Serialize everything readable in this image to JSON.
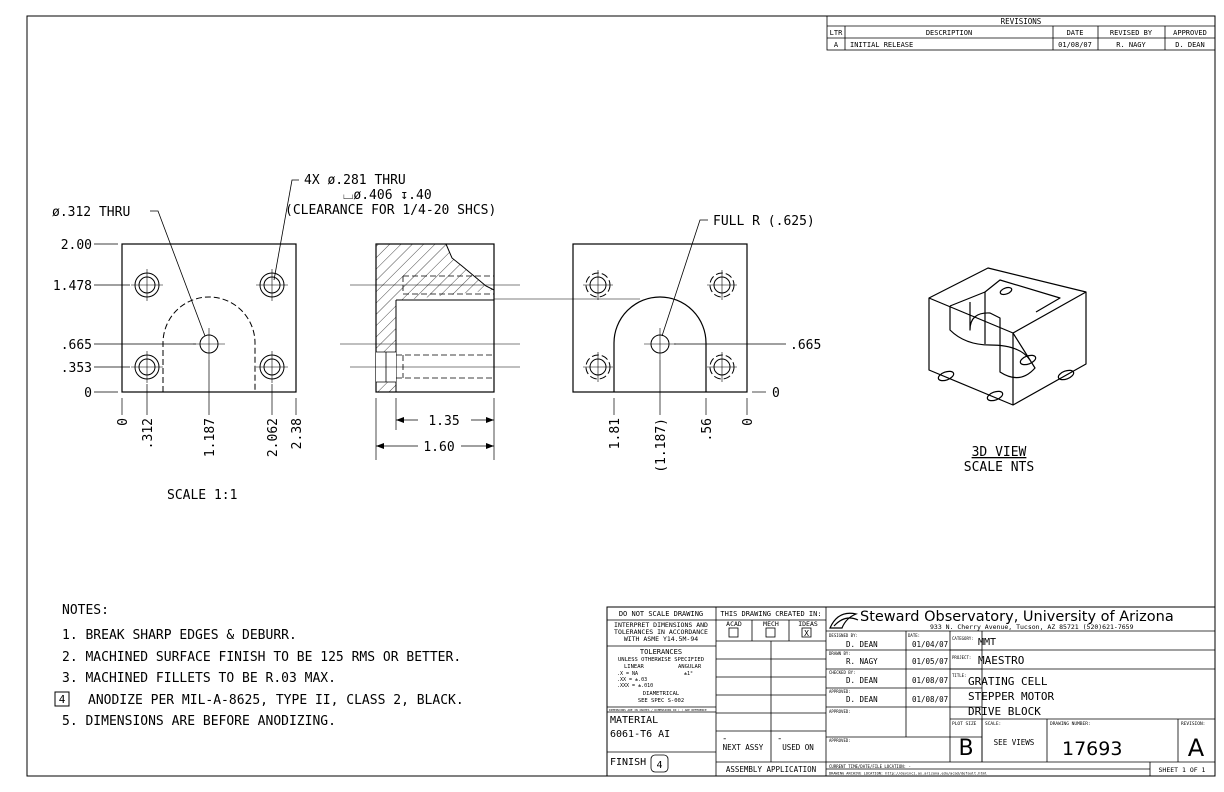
{
  "revisions": {
    "title": "REVISIONS",
    "headers": [
      "LTR",
      "DESCRIPTION",
      "DATE",
      "REVISED BY",
      "APPROVED"
    ],
    "rows": [
      [
        "A",
        "INITIAL RELEASE",
        "01/08/07",
        "R. NAGY",
        "D. DEAN"
      ]
    ]
  },
  "callouts": {
    "hole_thru": "ø.312 THRU",
    "holes_4x_line1": "4X ø.281 THRU",
    "holes_4x_line2": "⌴ø.406 ↧.40",
    "holes_4x_line3": "(CLEARANCE FOR 1/4-20 SHCS)",
    "full_r": "FULL R (.625)"
  },
  "front_view": {
    "y_dims": [
      "2.00",
      "1.478",
      ".665",
      ".353",
      "0"
    ],
    "x_dims": [
      "0",
      ".312",
      "1.187",
      "2.062",
      "2.38"
    ],
    "scale": "SCALE 1:1"
  },
  "section_view": {
    "dim_inner": "1.35",
    "dim_outer": "1.60"
  },
  "back_view": {
    "y_dims": [
      ".665",
      "0"
    ],
    "x_dims": [
      "1.81",
      "(1.187)",
      ".56",
      "0"
    ]
  },
  "iso_view": {
    "title": "3D VIEW",
    "scale": "SCALE NTS"
  },
  "notes": {
    "heading": "NOTES:",
    "items": [
      "1. BREAK SHARP EDGES & DEBURR.",
      "2. MACHINED SURFACE FINISH TO BE 125 RMS OR BETTER.",
      "3. MACHINED FILLETS TO BE R.03 MAX.",
      "ANODIZE PER MIL-A-8625, TYPE II, CLASS 2, BLACK.",
      "5. DIMENSIONS ARE BEFORE ANODIZING."
    ],
    "flag_number": "4"
  },
  "title_block": {
    "do_not_scale": "DO NOT SCALE DRAWING",
    "interpret_1": "INTERPRET DIMENSIONS AND",
    "interpret_2": "TOLERANCES IN ACCORDANCE",
    "interpret_3": "WITH ASME Y14.5M-94",
    "tolerances": "TOLERANCES",
    "unless": "UNLESS OTHERWISE SPECIFIED",
    "linear": "LINEAR",
    "angular": "ANGULAR",
    "tol_x": ".X    = NA",
    "tol_xx": ".XX  = ±.03",
    "tol_xxx": ".XXX = ±.010",
    "tol_ang": "±1°",
    "diametrical": "DIAMETRICAL",
    "see_spec": "SEE SPEC S-002",
    "dims_note": "DIMENSIONS ARE IN INCHES / DIMENSIONS IN ( ) ARE REFERENCE",
    "material_label": "MATERIAL",
    "material": "6061-T6 AI",
    "finish_label": "FINISH",
    "finish_flag": "4",
    "created_in": "THIS DRAWING CREATED IN:",
    "acad": "ACAD",
    "mech": "MECH",
    "ideas": "IDEAS",
    "ideas_mark": "X",
    "dash1": "-",
    "dash2": "-",
    "next_assy": "NEXT ASSY",
    "used_on": "USED ON",
    "assembly_app": "ASSEMBLY APPLICATION",
    "org": "Steward Observatory, University of Arizona",
    "address": "933 N. Cherry Avenue, Tucson, AZ 85721   (520)621-7659",
    "designed_by_label": "DESIGNED BY:",
    "designed_by": "D. DEAN",
    "date_label": "DATE:",
    "date_designed": "01/04/07",
    "drawn_by_label": "DRAWN BY:",
    "drawn_by": "R. NAGY",
    "date_drawn": "01/05/07",
    "checked_by_label": "CHECKED BY:",
    "checked_by": "D. DEAN",
    "date_checked": "01/08/07",
    "approved_label": "APPROVED:",
    "approved_by": "D. DEAN",
    "date_approved": "01/08/07",
    "category_label": "CATEGORY:",
    "category": "MMT",
    "project_label": "PROJECT:",
    "project": "MAESTRO",
    "title_label": "TITLE:",
    "title_1": "GRATING CELL",
    "title_2": "STEPPER MOTOR",
    "title_3": "DRIVE BLOCK",
    "plot_size_label": "PLOT SIZE",
    "plot_size": "B",
    "scale_label": "SCALE:",
    "scale": "SEE VIEWS",
    "drawing_number_label": "DRAWING NUMBER:",
    "drawing_number": "17693",
    "revision_label": "REVISION:",
    "revision": "A",
    "current_time": "CURRENT TIME/DATE/FILE LOCATION:  -",
    "archive": "DRAWING ARCHIVE LOCATION: http://devinci.as.arizona.edu/acad/default.html",
    "sheet": "SHEET 1 OF 1"
  }
}
